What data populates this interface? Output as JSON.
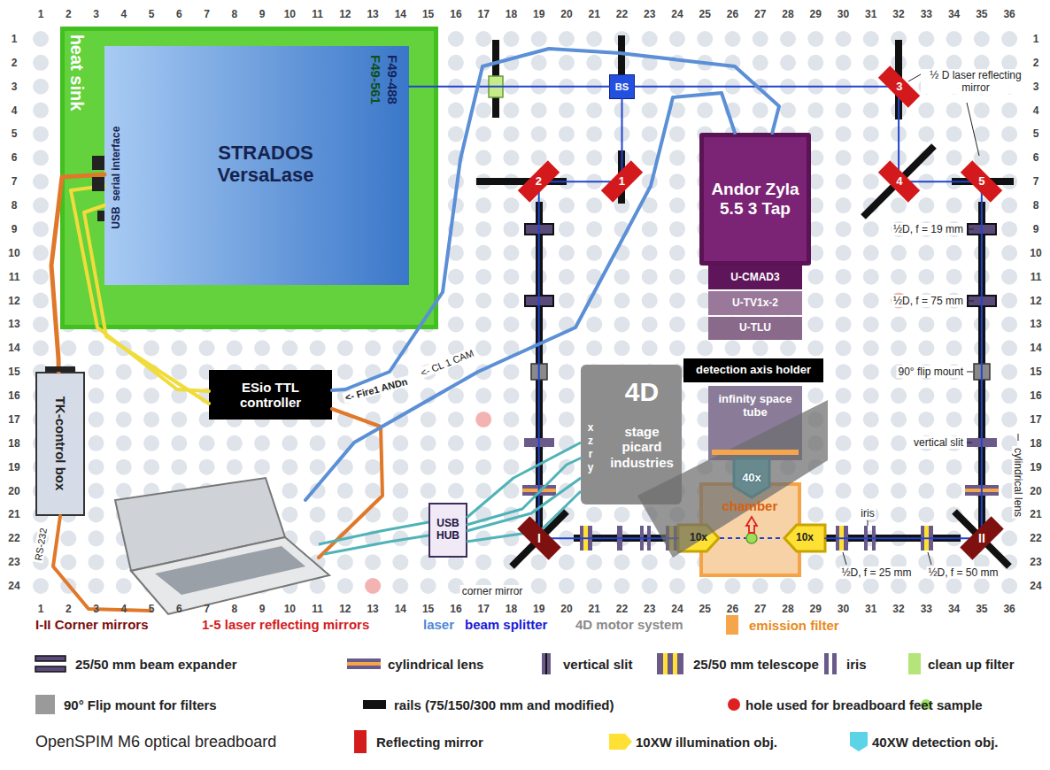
{
  "diagram": {
    "caption": "OpenSPIM M6 optical breadboard",
    "nodes": [
      {
        "text": [
          "heat sink"
        ]
      },
      {
        "text": [
          "STRADOS VersaLase",
          "F49-488",
          "F49-561",
          "serial interface",
          "USB"
        ],
        "in": 0
      },
      {
        "text": [
          "TK-control box"
        ]
      },
      {
        "text": [
          "ESio TTL controller"
        ]
      },
      {
        "text": [
          "USB HUB"
        ]
      },
      {
        "text": [
          "BS"
        ]
      },
      {
        "text": [
          "1"
        ]
      },
      {
        "text": [
          "2"
        ]
      },
      {
        "text": [
          "3"
        ]
      },
      {
        "text": [
          "4"
        ]
      },
      {
        "text": [
          "5"
        ]
      },
      {
        "text": [
          "Andor Zyla 5.5 3 Tap"
        ]
      },
      {
        "text": [
          "U-CMAD3"
        ]
      },
      {
        "text": [
          "U-TV1x-2"
        ]
      },
      {
        "text": [
          "U-TLU"
        ]
      },
      {
        "text": [
          "detection axis holder"
        ]
      },
      {
        "text": [
          "infinity space tube"
        ]
      },
      {
        "text": [
          "4D",
          "stage picard industries",
          "x",
          "z",
          "r",
          "y"
        ]
      },
      {
        "text": [
          "chamber"
        ]
      },
      {
        "text": [
          "40x"
        ]
      },
      {
        "text": [
          "10x"
        ]
      },
      {
        "text": [
          "10x"
        ]
      },
      {
        "text": [
          "I"
        ]
      },
      {
        "text": [
          "II"
        ]
      }
    ],
    "edges": [
      {
        "from": 1,
        "to": 5,
        "arrow": "none"
      },
      {
        "from": 5,
        "to": 6,
        "arrow": "none"
      },
      {
        "from": 6,
        "to": 7,
        "arrow": "none"
      },
      {
        "from": 7,
        "to": 22,
        "arrow": "none"
      },
      {
        "from": 22,
        "to": 20,
        "arrow": "none"
      },
      {
        "from": 5,
        "to": 8,
        "arrow": "none"
      },
      {
        "from": 8,
        "to": 9,
        "arrow": "none"
      },
      {
        "from": 9,
        "to": 10,
        "arrow": "none"
      },
      {
        "from": 10,
        "to": 23,
        "arrow": "none"
      },
      {
        "from": 23,
        "to": 21,
        "arrow": "none"
      },
      {
        "from": 1,
        "to": 2,
        "arrow": "none"
      },
      {
        "from": 1,
        "to": 3,
        "arrow": "none"
      },
      {
        "from": 11,
        "to": 3,
        "label": "<- Fire1 ANDn",
        "arrow": "none"
      },
      {
        "from": 4,
        "to": 17,
        "arrow": "none"
      }
    ],
    "labels": [
      "1",
      "2",
      "3",
      "4",
      "5",
      "6",
      "7",
      "8",
      "9",
      "10",
      "11",
      "12",
      "13",
      "14",
      "15",
      "16",
      "17",
      "18",
      "19",
      "20",
      "21",
      "22",
      "23",
      "24",
      "25",
      "26",
      "27",
      "28",
      "29",
      "30",
      "31",
      "32",
      "33",
      "34",
      "35",
      "36",
      "1",
      "2",
      "3",
      "4",
      "5",
      "6",
      "7",
      "8",
      "9",
      "10",
      "11",
      "12",
      "13",
      "14",
      "15",
      "16",
      "17",
      "18",
      "19",
      "20",
      "21",
      "22",
      "23",
      "24",
      "25",
      "26",
      "27",
      "28",
      "29",
      "30",
      "31",
      "32",
      "33",
      "34",
      "35",
      "36",
      "1",
      "2",
      "3",
      "4",
      "5",
      "6",
      "7",
      "8",
      "9",
      "10",
      "11",
      "12",
      "13",
      "14",
      "15",
      "16",
      "17",
      "18",
      "19",
      "20",
      "21",
      "22",
      "23",
      "24",
      "1",
      "2",
      "3",
      "4",
      "5",
      "6",
      "7",
      "8",
      "9",
      "10",
      "11",
      "12",
      "13",
      "14",
      "15",
      "16",
      "17",
      "18",
      "19",
      "20",
      "21",
      "22",
      "23",
      "24",
      "½ D laser reflecting mirror",
      "½D, f = 19 mm",
      "½D, f = 75 mm",
      "90° flip mount",
      "vertical slit",
      "cylindrical lens",
      "iris",
      "½D, f = 25 mm",
      "½D, f = 50 mm",
      "corner mirror",
      "RS-232",
      "<- CL 1 CAM"
    ],
    "legend": [
      {
        "text": "I-II Corner mirrors",
        "color": "#7a0c0c"
      },
      {
        "text": "1-5 laser reflecting mirrors",
        "color": "#d41c1c"
      },
      {
        "text": "laser",
        "color": "#4f87d8"
      },
      {
        "text": "beam splitter",
        "color": "#1a1ad8"
      },
      {
        "text": "4D motor system",
        "color": "#8a8a8a"
      },
      {
        "text": "emission filter",
        "color": "#f5a54a"
      },
      {
        "text": "25/50 mm beam expander"
      },
      {
        "text": "cylindrical lens"
      },
      {
        "text": "vertical slit"
      },
      {
        "text": "25/50 mm telescope"
      },
      {
        "text": "iris"
      },
      {
        "text": "clean up filter",
        "color": "#b4e47a"
      },
      {
        "text": "90° Flip mount for filters",
        "color": "#9a9a9a"
      },
      {
        "text": "rails (75/150/300 mm and modified)",
        "color": "#111111"
      },
      {
        "text": "hole used for breadboard feet",
        "color": "#e02020"
      },
      {
        "text": "sample",
        "color": "#9be05a"
      },
      {
        "text": "Reflecting mirror",
        "color": "#d41c1c"
      },
      {
        "text": "10XW illumination obj.",
        "color": "#ffe135"
      },
      {
        "text": "40XW detection obj.",
        "color": "#5cd3e6"
      }
    ]
  }
}
